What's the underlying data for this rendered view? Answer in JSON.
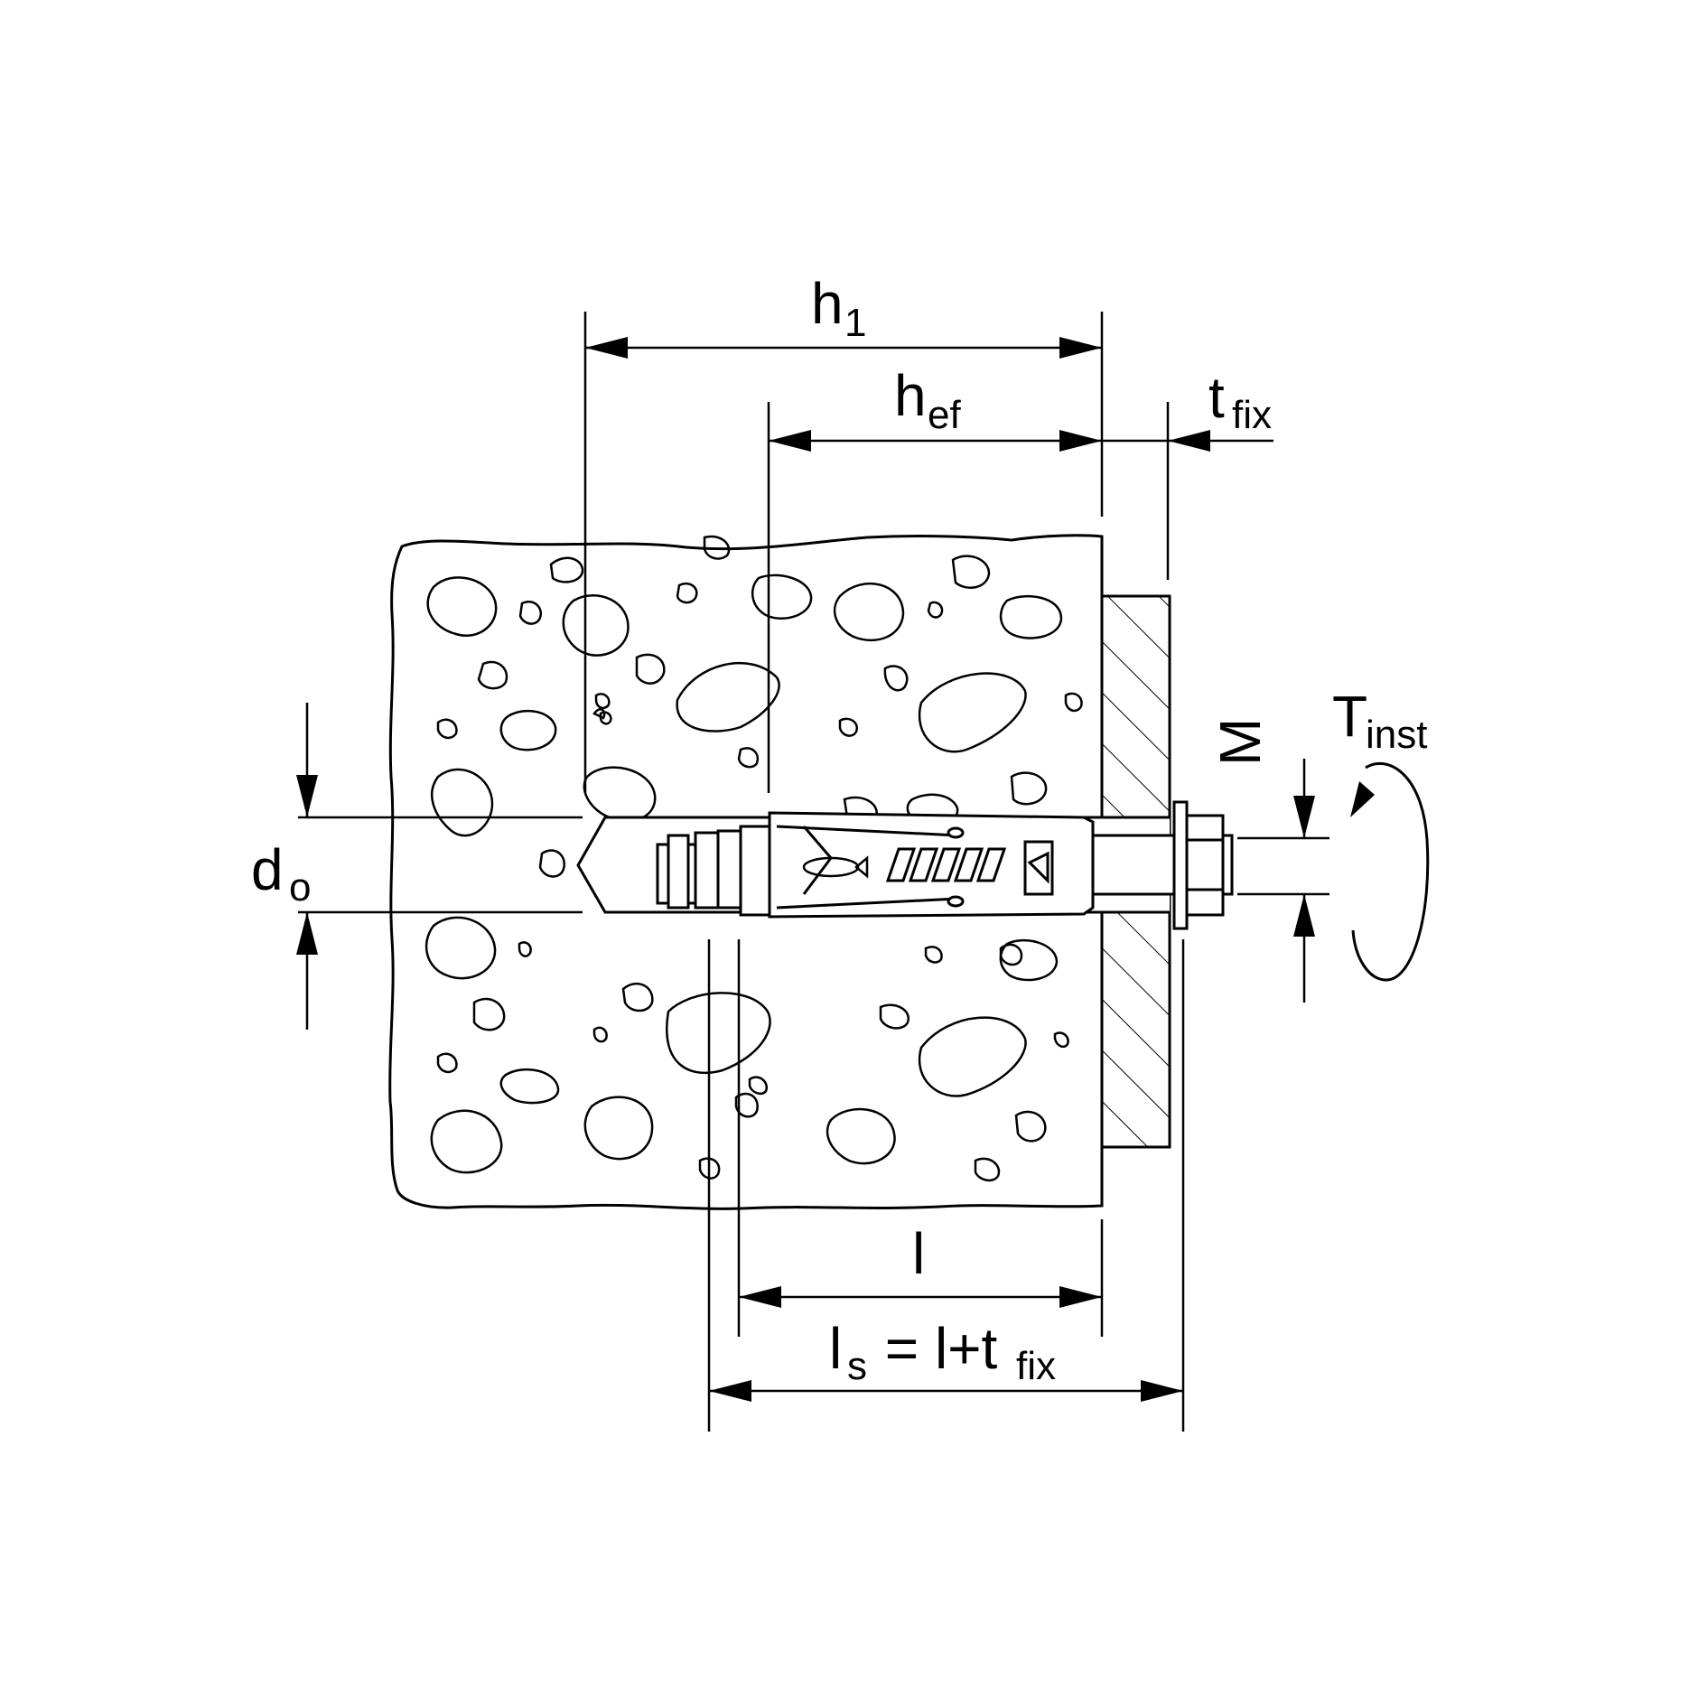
{
  "labels": {
    "h1_main": "h",
    "h1_sub": "1",
    "hef_main": "h",
    "hef_sub": "ef",
    "tfix_main": "t",
    "tfix_sub": "fix",
    "tinst_main": "T",
    "tinst_sub": "inst",
    "m": "M",
    "do_main": "d",
    "do_sub": "o",
    "l": "l",
    "ls_main": "l",
    "ls_sub": "s",
    "ls_eq": " = l+t",
    "ls_sub2": "fix"
  },
  "colors": {
    "ink": "#000000",
    "paper": "#ffffff"
  },
  "icons": {
    "rotation": "rotation-arrow-icon",
    "dimension_arrow": "arrowhead-icon",
    "logo": "fish-logo-icon"
  }
}
